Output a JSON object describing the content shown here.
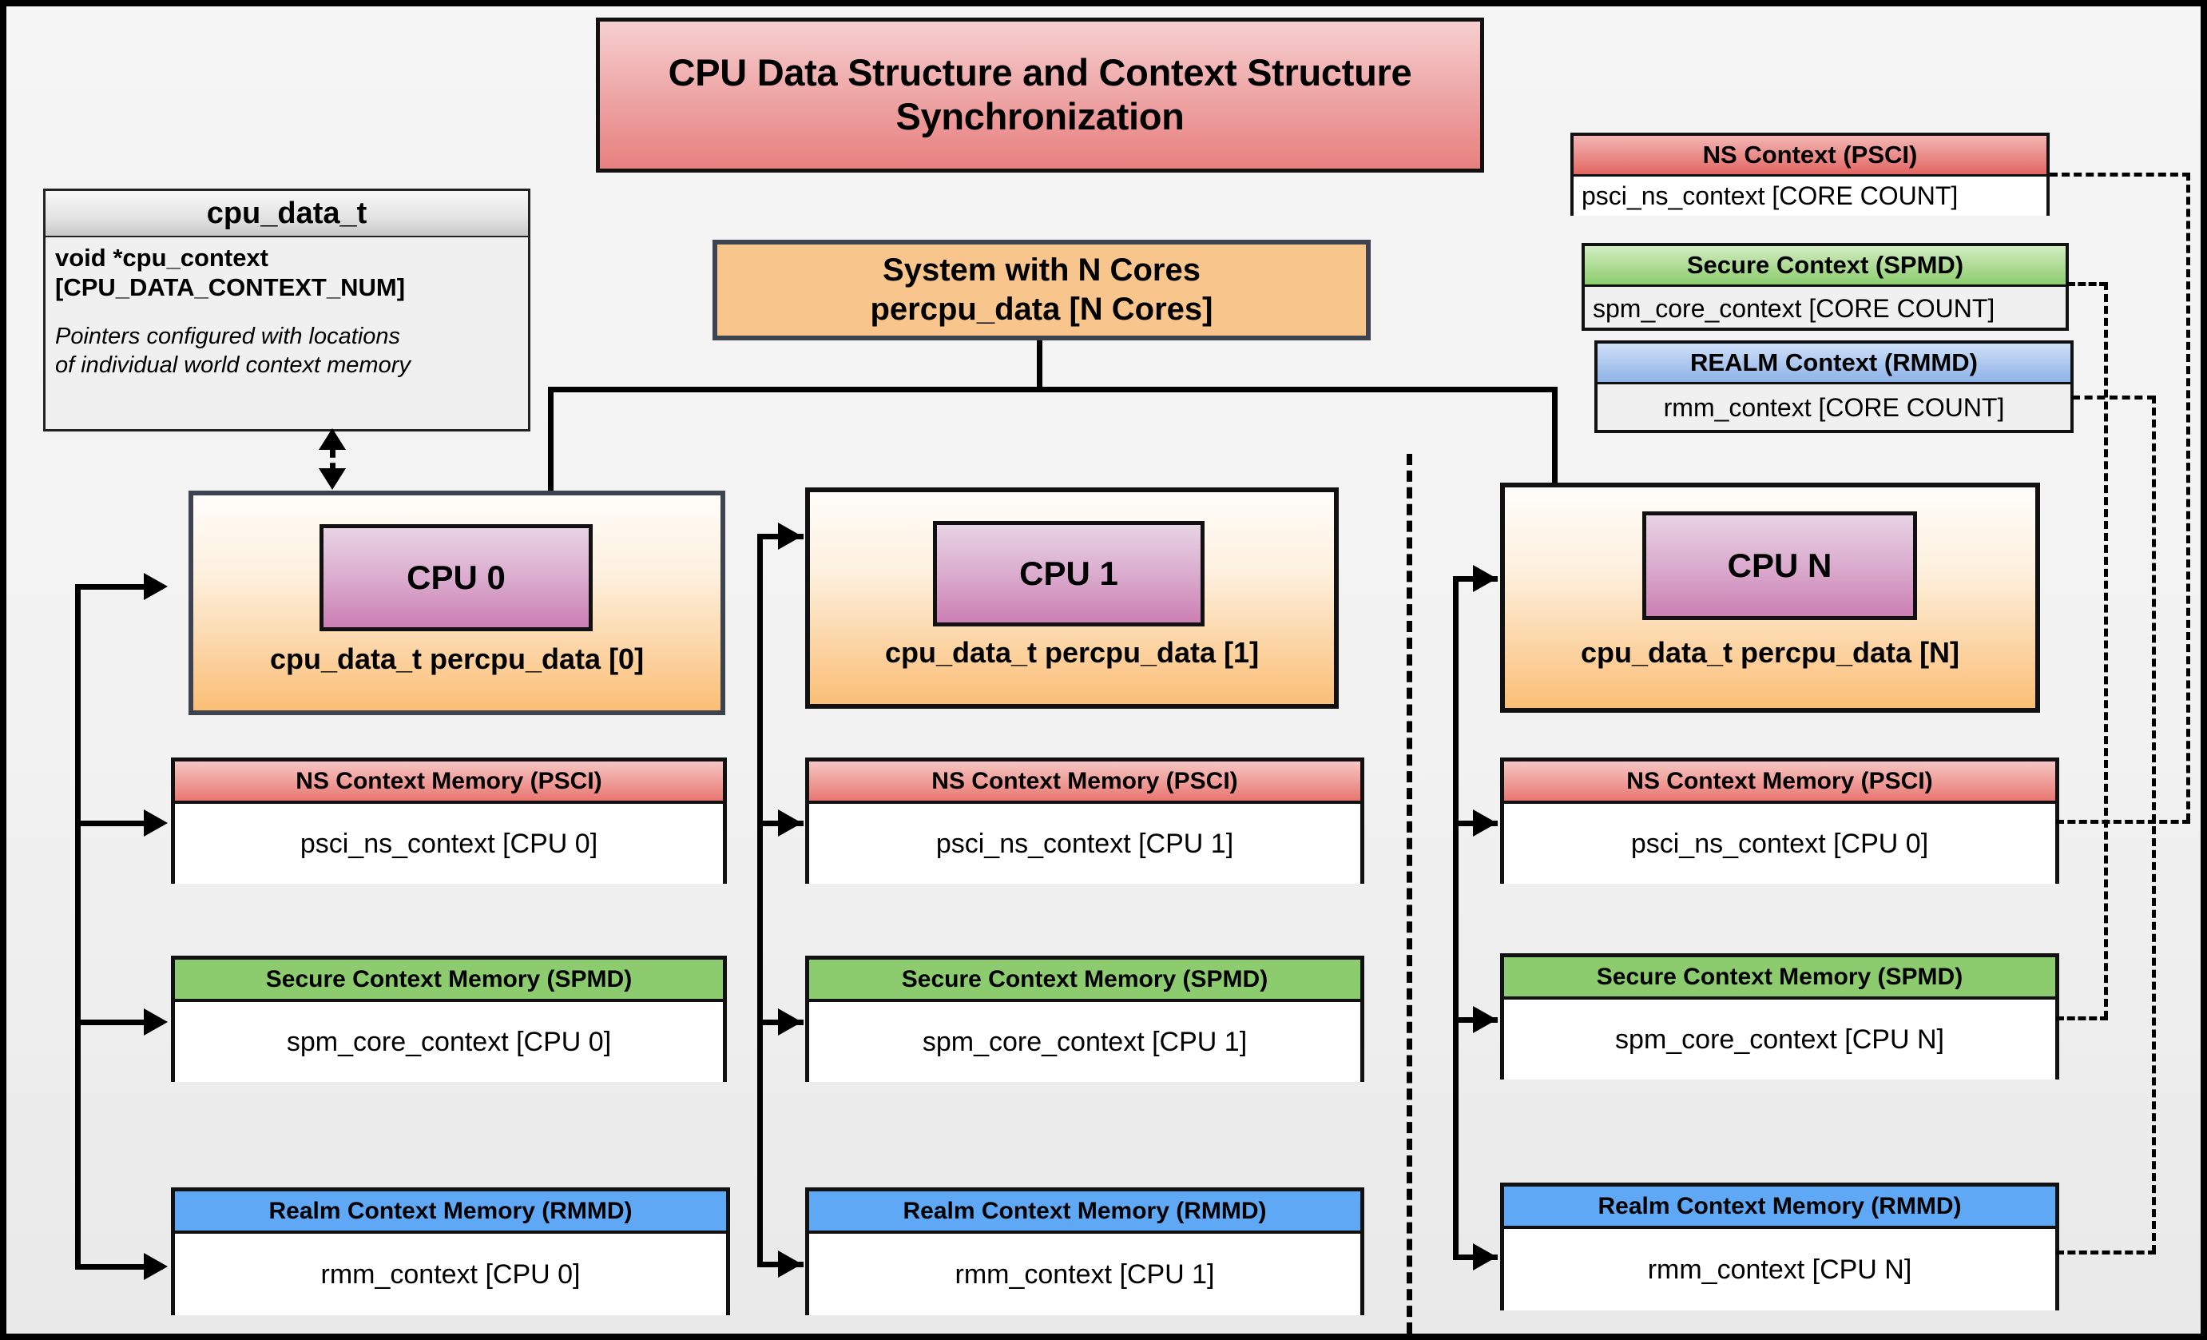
{
  "title": "CPU Data Structure and Context Structure Synchronization",
  "cpu_data_struct": {
    "name": "cpu_data_t",
    "field": "void  *cpu_context [CPU_DATA_CONTEXT_NUM]",
    "note": "Pointers configured with locations of individual world context memory"
  },
  "system": {
    "line1": "System with N Cores",
    "line2": "percpu_data [N Cores]"
  },
  "legend_contexts": [
    {
      "header": "NS Context  (PSCI)",
      "body": "psci_ns_context [CORE COUNT]"
    },
    {
      "header": "Secure Context (SPMD)",
      "body": "spm_core_context [CORE COUNT]"
    },
    {
      "header": "REALM Context (RMMD)",
      "body": "rmm_context [CORE COUNT]"
    }
  ],
  "cpus": [
    {
      "chip": "CPU 0",
      "label": "cpu_data_t percpu_data [0]",
      "memories": [
        {
          "header": "NS Context Memory (PSCI)",
          "body": "psci_ns_context [CPU 0]"
        },
        {
          "header": "Secure Context Memory (SPMD)",
          "body": "spm_core_context [CPU 0]"
        },
        {
          "header": "Realm Context Memory (RMMD)",
          "body": "rmm_context [CPU 0]"
        }
      ]
    },
    {
      "chip": "CPU 1",
      "label": "cpu_data_t percpu_data [1]",
      "memories": [
        {
          "header": "NS Context Memory (PSCI)",
          "body": "psci_ns_context [CPU 1]"
        },
        {
          "header": "Secure Context Memory (SPMD)",
          "body": "spm_core_context [CPU 1]"
        },
        {
          "header": "Realm Context Memory (RMMD)",
          "body": "rmm_context [CPU 1]"
        }
      ]
    },
    {
      "chip": "CPU N",
      "label": "cpu_data_t percpu_data [N]",
      "memories": [
        {
          "header": "NS Context Memory (PSCI)",
          "body": "psci_ns_context [CPU 0]"
        },
        {
          "header": "Secure Context Memory (SPMD)",
          "body": "spm_core_context [CPU N]"
        },
        {
          "header": "Realm Context Memory (RMMD)",
          "body": "rmm_context [CPU N]"
        }
      ]
    }
  ],
  "colors": {
    "ns": "#e87670",
    "secure": "#8ccc6e",
    "realm": "#5fa8f5",
    "cpu_fill": "#fbbe76",
    "chip": "#cb7fb3",
    "title": "#e8807f"
  }
}
